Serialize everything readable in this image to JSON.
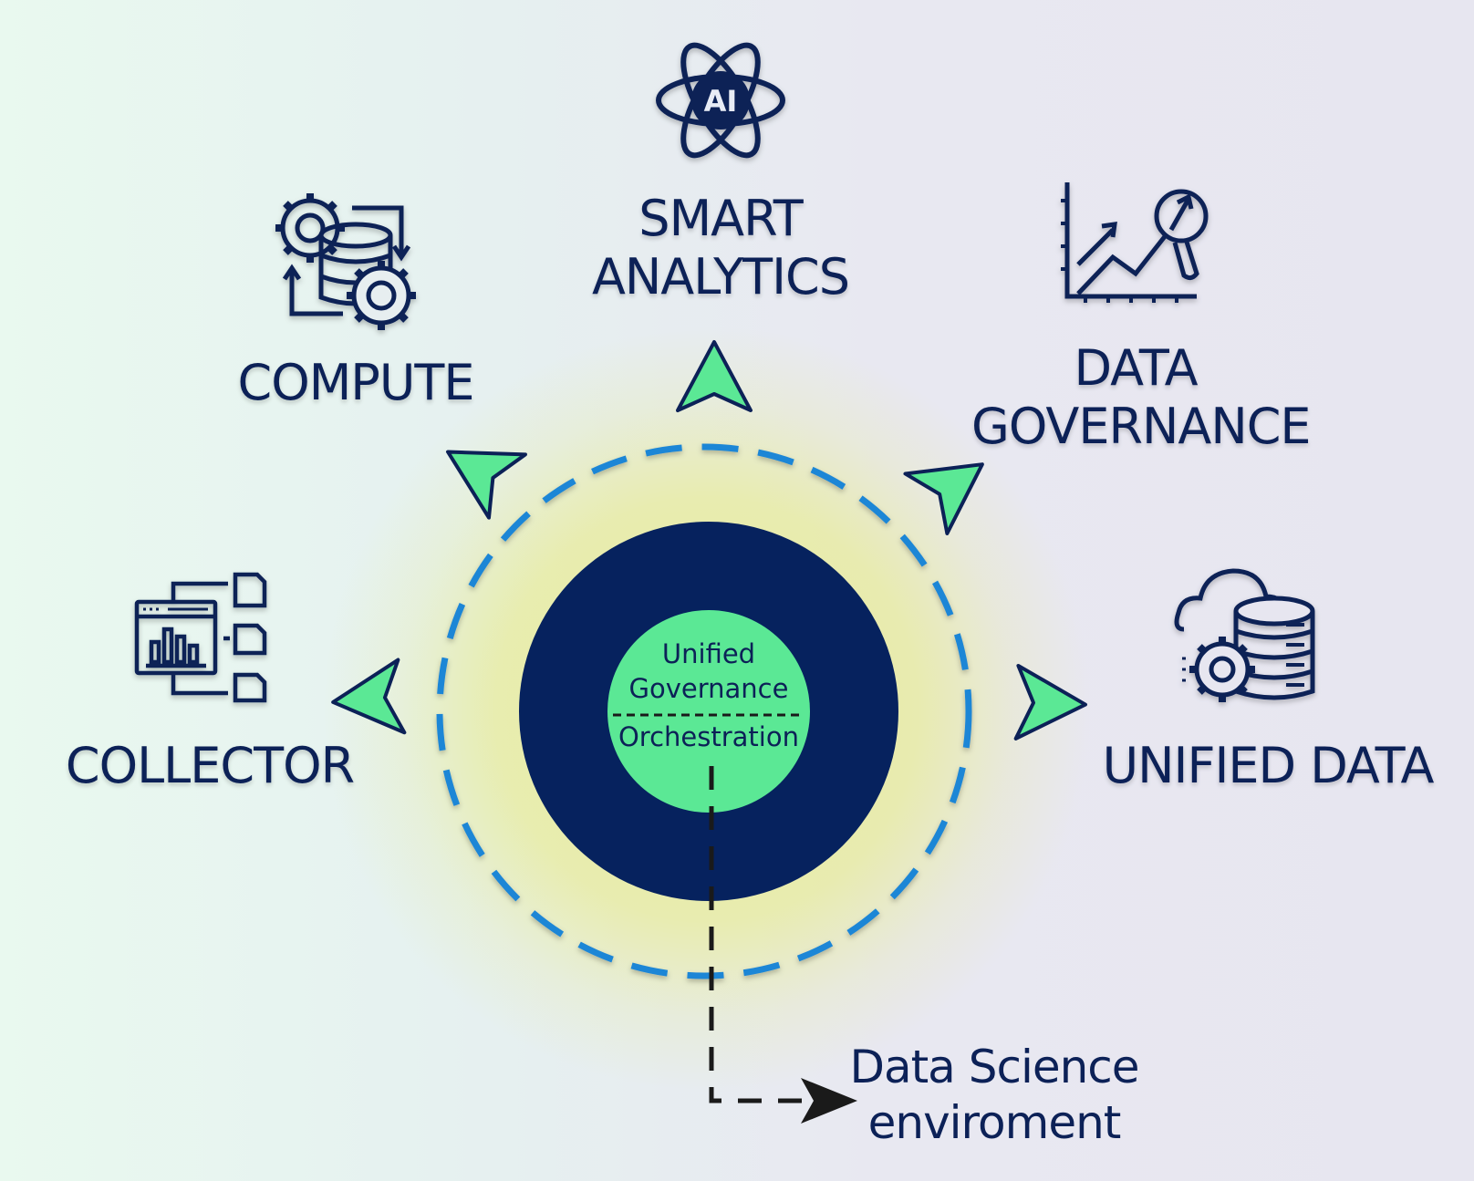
{
  "diagram": {
    "modules": [
      {
        "id": "smart-analytics",
        "lines": [
          "SMART",
          "ANALYTICS"
        ],
        "icon": "ai-atom-icon"
      },
      {
        "id": "compute",
        "lines": [
          "COMPUTE"
        ],
        "icon": "gears-database-icon"
      },
      {
        "id": "data-governance",
        "lines": [
          "DATA",
          "GOVERNANCE"
        ],
        "icon": "chart-magnifier-icon"
      },
      {
        "id": "collector",
        "lines": [
          "COLLECTOR"
        ],
        "icon": "dashboard-documents-icon"
      },
      {
        "id": "unified-data",
        "lines": [
          "UNIFIED DATA"
        ],
        "icon": "cloud-database-gear-icon"
      }
    ],
    "core": {
      "top_lines": [
        "Unified",
        "Governance"
      ],
      "bottom_line": "Orchestration"
    },
    "output": {
      "lines": [
        "Data Science",
        "enviroment"
      ]
    },
    "ai_badge": "AI",
    "colors": {
      "navy": "#0c2157",
      "core_navy": "#06225e",
      "mint": "#5be895",
      "dash_blue": "#1f86d6",
      "glow_yellow": "#e6eb9c"
    }
  }
}
